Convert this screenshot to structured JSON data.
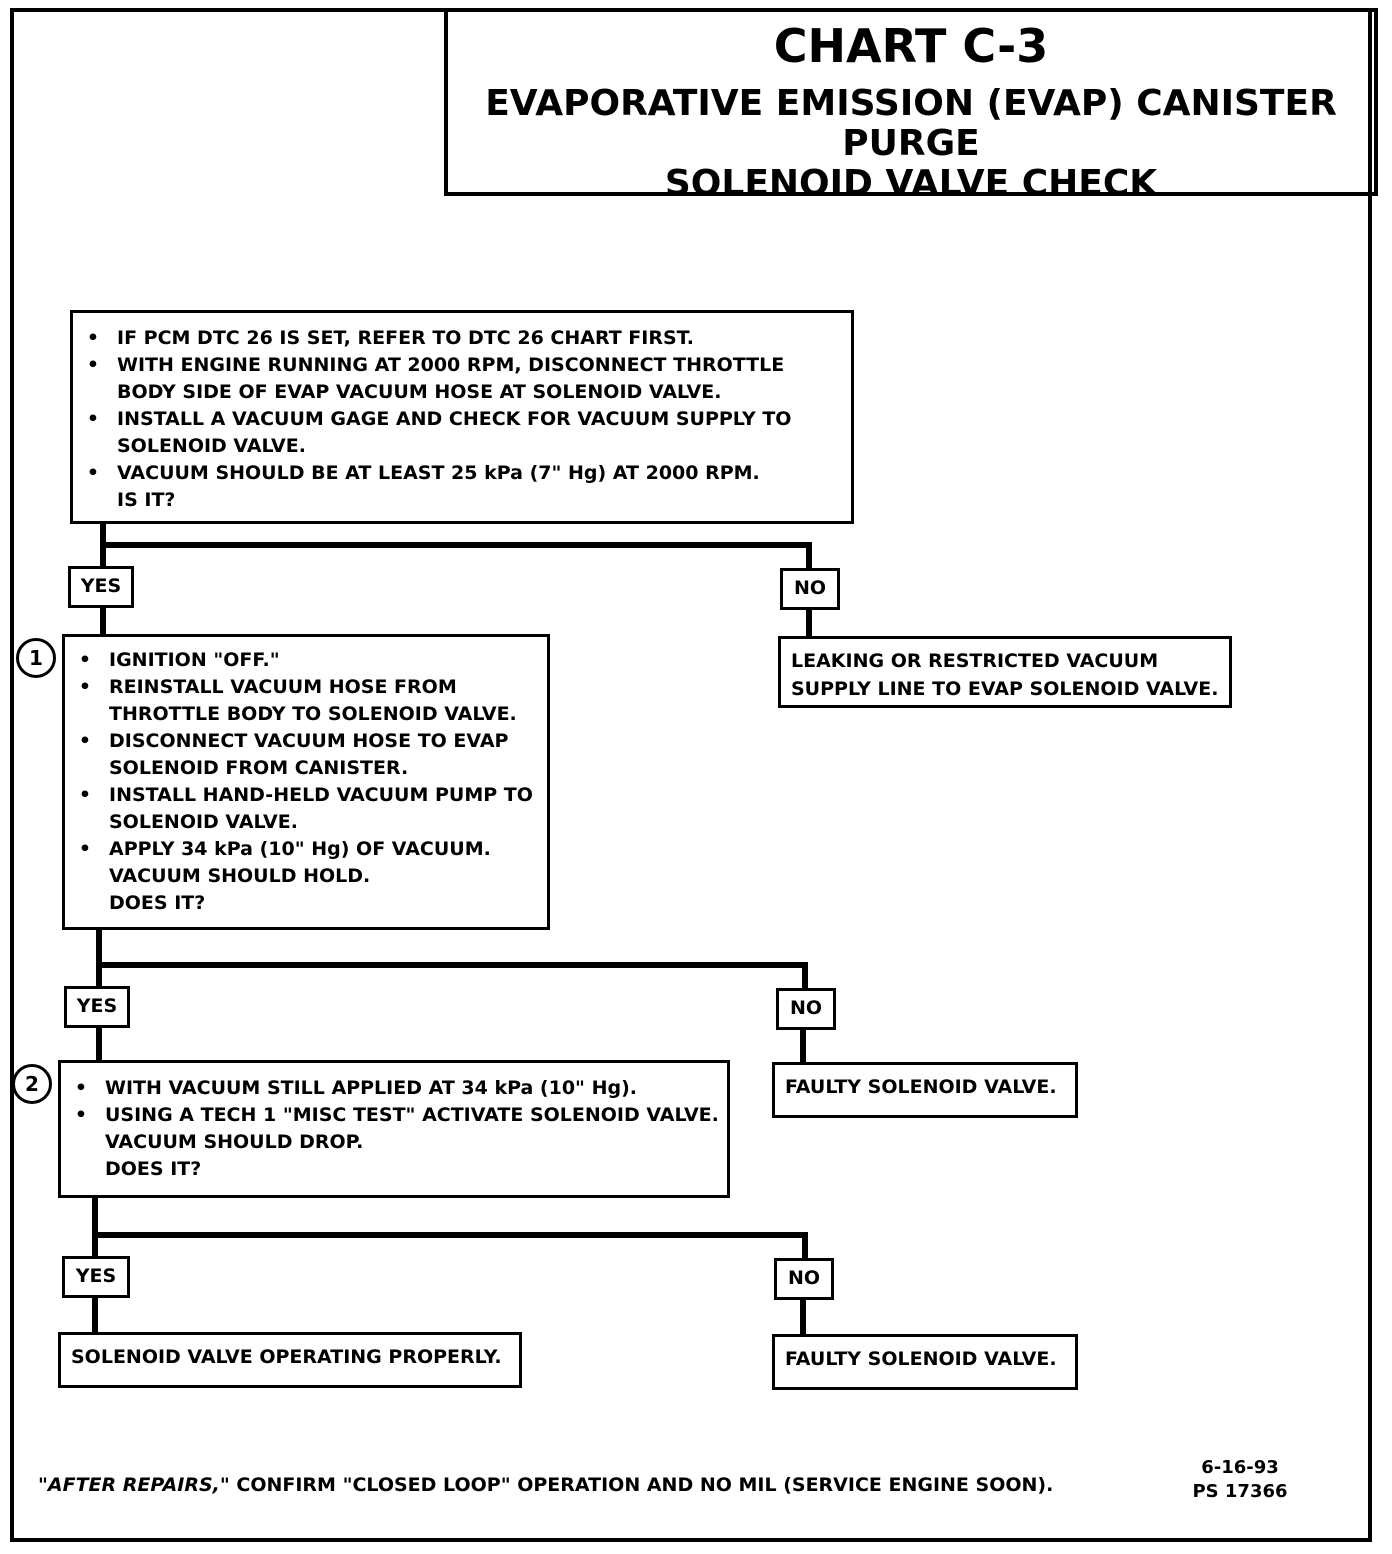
{
  "title": "CHART C-3",
  "subtitle_line1": "EVAPORATIVE EMISSION (EVAP) CANISTER PURGE",
  "subtitle_line2": "SOLENOID VALVE CHECK",
  "bullet_glyph": "•",
  "step0": {
    "items": [
      "IF PCM DTC 26 IS SET, REFER TO DTC 26 CHART FIRST.",
      "WITH ENGINE RUNNING AT 2000 RPM, DISCONNECT THROTTLE BODY SIDE OF EVAP VACUUM HOSE AT SOLENOID VALVE.",
      "INSTALL A VACUUM GAGE AND CHECK FOR VACUUM SUPPLY TO SOLENOID VALVE.",
      "VACUUM SHOULD BE AT LEAST 25 kPa (7\" Hg) AT 2000 RPM."
    ],
    "question": "IS IT?",
    "yes": "YES",
    "no": "NO",
    "no_result": "LEAKING OR RESTRICTED VACUUM SUPPLY LINE TO EVAP SOLENOID VALVE."
  },
  "step1": {
    "number": "1",
    "items": [
      "IGNITION \"OFF.\"",
      "REINSTALL VACUUM HOSE FROM THROTTLE BODY TO SOLENOID VALVE.",
      "DISCONNECT VACUUM HOSE TO EVAP SOLENOID FROM CANISTER.",
      "INSTALL HAND-HELD VACUUM PUMP TO SOLENOID VALVE.",
      "APPLY 34 kPa (10\" Hg) OF VACUUM."
    ],
    "tail1": "VACUUM SHOULD HOLD.",
    "question": "DOES IT?",
    "yes": "YES",
    "no": "NO",
    "no_result": "FAULTY SOLENOID VALVE."
  },
  "step2": {
    "number": "2",
    "items": [
      "WITH VACUUM STILL APPLIED AT 34 kPa (10\" Hg).",
      "USING A TECH 1 \"MISC TEST\" ACTIVATE SOLENOID VALVE."
    ],
    "tail1": "VACUUM SHOULD DROP.",
    "question": "DOES IT?",
    "yes": "YES",
    "no": "NO",
    "yes_result": "SOLENOID VALVE OPERATING PROPERLY.",
    "no_result": "FAULTY SOLENOID VALVE."
  },
  "footer": {
    "prefix": "\"AFTER REPAIRS,\"",
    "text": " CONFIRM \"CLOSED LOOP\" OPERATION AND NO MIL (SERVICE ENGINE SOON)."
  },
  "ref_date": "6-16-93",
  "ref_code": "PS 17366"
}
